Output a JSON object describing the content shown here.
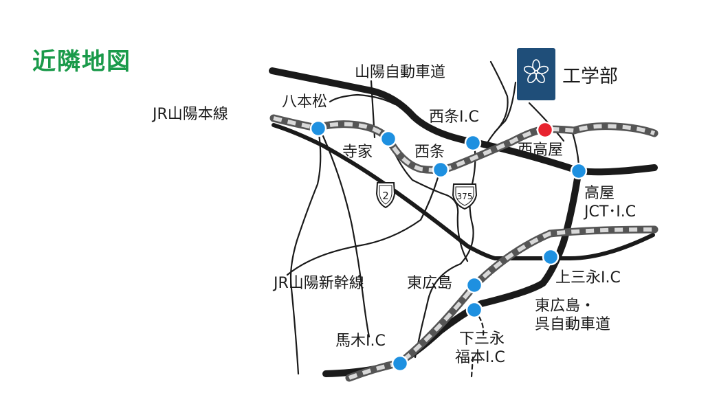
{
  "title": "近隣地図",
  "logo": {
    "icon": "university-flower-emblem-icon",
    "color": "#1f4e79"
  },
  "faculty": "工学部",
  "colors": {
    "title": "#1a9a4a",
    "station": "#1e90e0",
    "station_target": "#e8232f",
    "road": "#1a1a1a",
    "rail_light": "#d9d9d9",
    "rail_dark": "#555555"
  },
  "lines": {
    "jr_sanyo_main": "JR山陽本線",
    "sanyo_expressway": "山陽自動車道",
    "jr_sanyo_shinkansen": "JR山陽新幹線",
    "higashihiroshima_kure_expressway": [
      "東広島・",
      "呉自動車道"
    ]
  },
  "stations": {
    "hachihonmatsu": "八本松",
    "saijo": "西条",
    "terahe": "寺家",
    "nishitakaya": "西高屋",
    "higashihiroshima": "東広島"
  },
  "interchanges": {
    "saijo_ic": "西条I.C",
    "takaya_jct": [
      "高屋",
      "JCT･I.C"
    ],
    "kamimie_ic": "上三永I.C",
    "shimomie_fukumoto_ic": [
      "下三永",
      "福本I.C"
    ],
    "umaki_ic": "馬木I.C"
  },
  "routes": {
    "r2": "2",
    "r375": "375"
  }
}
